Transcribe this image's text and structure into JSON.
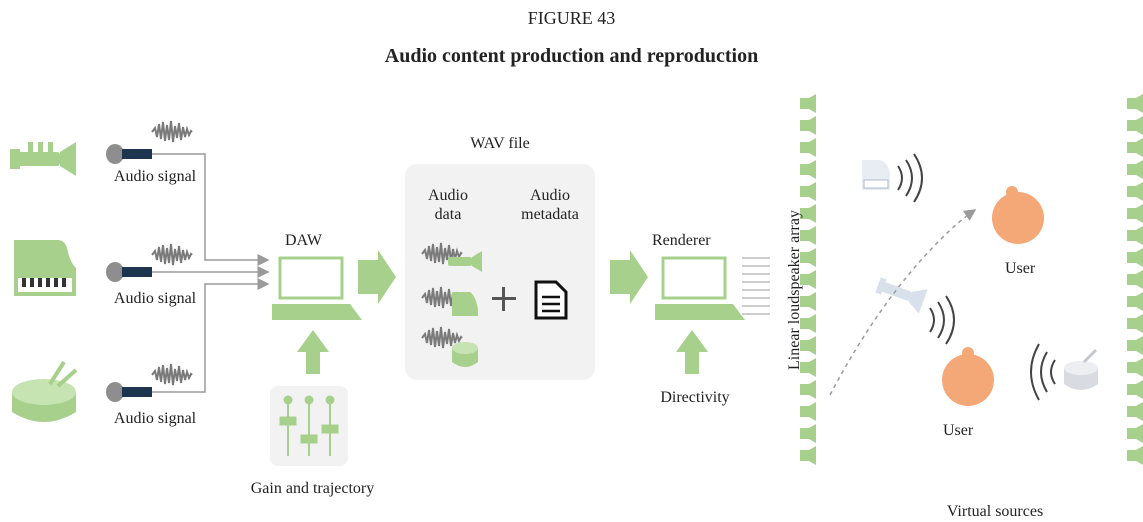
{
  "figure": {
    "number": "FIGURE 43",
    "title": "Audio content production and reproduction"
  },
  "labels": {
    "audio_signal_1": "Audio signal",
    "audio_signal_2": "Audio signal",
    "audio_signal_3": "Audio signal",
    "daw": "DAW",
    "gain_trajectory": "Gain and trajectory",
    "wav_file": "WAV file",
    "audio_data_line1": "Audio",
    "audio_data_line2": "data",
    "audio_metadata_line1": "Audio",
    "audio_metadata_line2": "metadata",
    "renderer": "Renderer",
    "directivity": "Directivity",
    "speaker_array": "Linear loudspeaker array",
    "user_1": "User",
    "user_2": "User",
    "virtual_sources": "Virtual sources"
  },
  "colors": {
    "green": "#a6d08c",
    "green_dark": "#8cbf6e",
    "head": "#f4a878",
    "grey": "#8e8e8e",
    "panel": "#f2f2f2"
  }
}
